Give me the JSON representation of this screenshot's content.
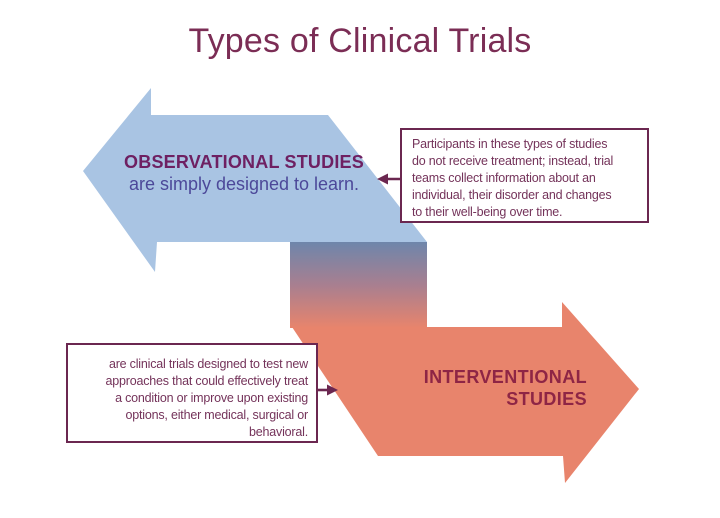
{
  "title": "Types of Clinical Trials",
  "colors": {
    "title_text": "#7b2d55",
    "blue_arrow": "#a9c4e3",
    "observational_heading_text": "#6e2062",
    "observational_subtitle_text": "#4c4899",
    "orange_arrow": "#e8846c",
    "interventional_heading_text": "#8e2545",
    "gradient_top": "#6e86ab",
    "gradient_mid": "#a87f90",
    "gradient_bottom": "#e8846c",
    "box_border": "#6b2750",
    "box_text": "#74335a",
    "connector": "#6b2750"
  },
  "observational": {
    "heading": "OBSERVATIONAL STUDIES",
    "subtitle": "are simply designed to learn.",
    "note_lines": [
      "Participants in these types of studies",
      "do not receive treatment; instead, trial",
      "teams collect information about an",
      "individual, their disorder and changes",
      "to their well-being over time."
    ]
  },
  "interventional": {
    "heading_line1": "INTERVENTIONAL",
    "heading_line2": "STUDIES",
    "note_lines": [
      "are clinical trials designed to test new",
      "approaches that could effectively treat",
      "a condition or improve upon existing",
      "options, either medical, surgical or",
      "behavioral."
    ]
  }
}
